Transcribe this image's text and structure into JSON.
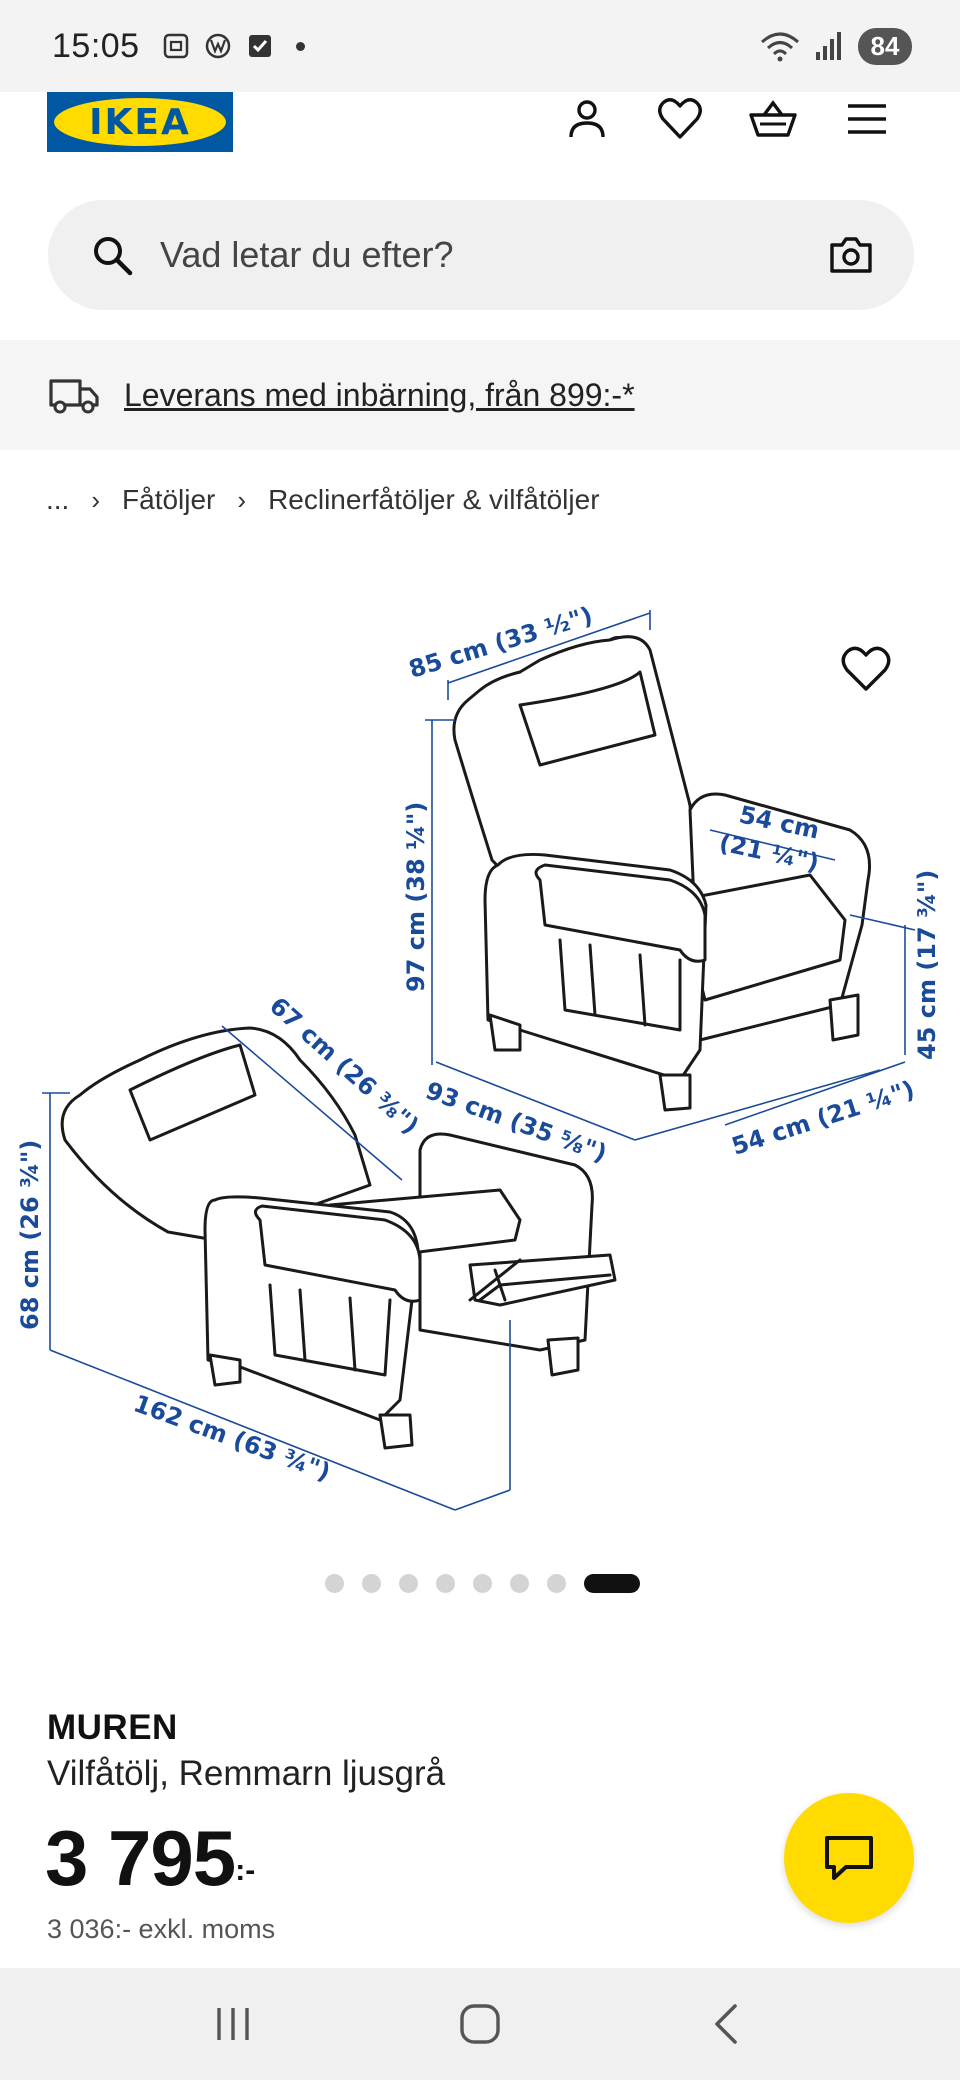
{
  "status_bar": {
    "time": "15:05",
    "battery": "84",
    "icons": [
      "screenshot-icon",
      "volkswagen-icon",
      "checkbox-icon",
      "wifi-icon",
      "signal-icon"
    ]
  },
  "header": {
    "logo_text": "IKEA",
    "icons": [
      "user-icon",
      "heart-icon",
      "basket-icon",
      "menu-icon"
    ]
  },
  "search": {
    "placeholder": "Vad letar du efter?"
  },
  "delivery": {
    "text": "Leverans med inbärning, från 899:-*"
  },
  "breadcrumb": {
    "items": [
      "...",
      "Fåtöljer",
      "Reclinerfåtöljer & vilfåtöljer"
    ]
  },
  "product_image": {
    "dimensions": {
      "width_top": "85 cm (33 ½\")",
      "height_upright": "97 cm (38 ¼\")",
      "seat_width": "54 cm",
      "seat_width_in": "(21 ¼\")",
      "seat_height": "45 cm (17 ¾\")",
      "depth_upright": "93 cm (35 ⅝\")",
      "seat_depth": "54 cm (21 ¼\")",
      "back_length": "67 cm (26 ⅜\")",
      "height_reclined": "68 cm (26 ¾\")",
      "length_reclined": "162 cm (63 ¾\")"
    }
  },
  "carousel": {
    "total": 8,
    "active_index": 7
  },
  "product": {
    "name": "MUREN",
    "description": "Vilfåtölj, Remmarn ljusgrå",
    "price": "3 795",
    "price_suffix": ":-",
    "price_ex_vat": "3 036:- exkl. moms"
  },
  "colors": {
    "ikea_blue": "#0058a3",
    "ikea_yellow": "#ffdb00",
    "dimension_blue": "#1a4b9a"
  }
}
